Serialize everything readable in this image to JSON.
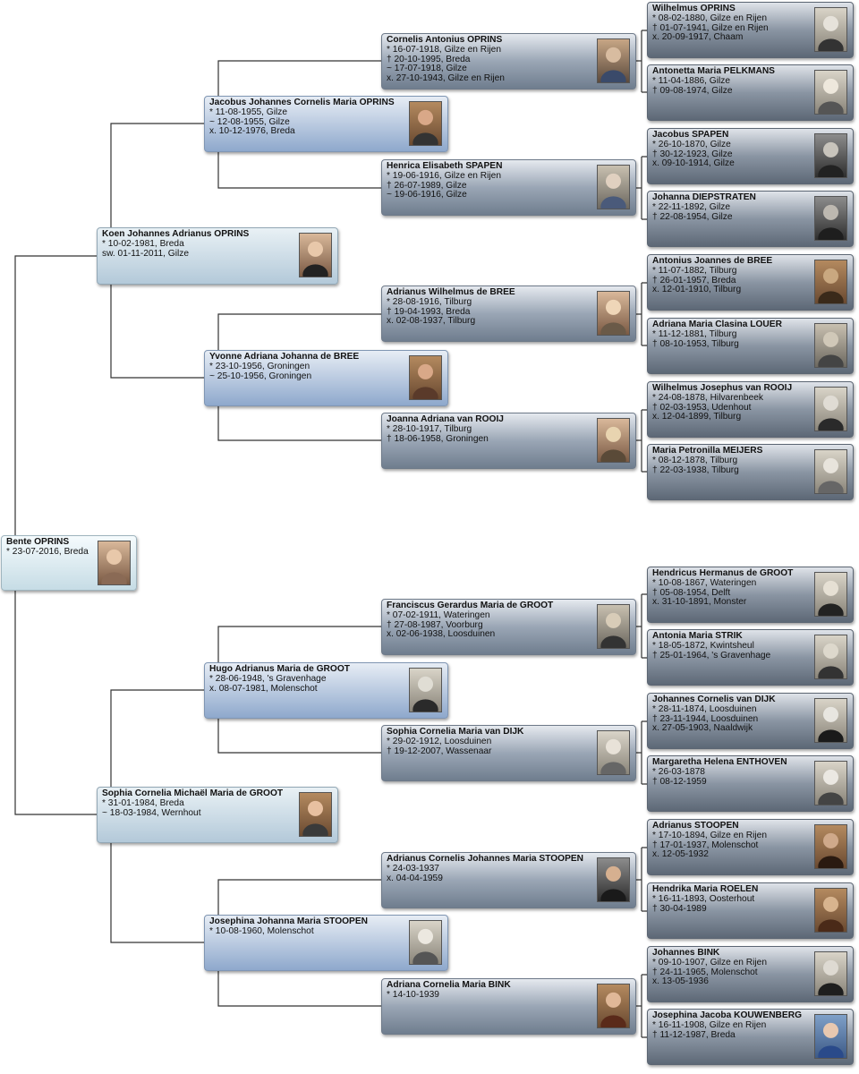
{
  "persons": {
    "p1": {
      "name": "Bente OPRINS",
      "lines": [
        "* 23-07-2016, Breda"
      ]
    },
    "p2": {
      "name": "Koen Johannes Adrianus OPRINS",
      "lines": [
        "* 10-02-1981, Breda",
        "sw. 01-11-2011, Gilze"
      ]
    },
    "p3": {
      "name": "Sophia Cornelia Michaël Maria de GROOT",
      "lines": [
        "* 31-01-1984, Breda",
        "~ 18-03-1984, Wernhout"
      ]
    },
    "p4": {
      "name": "Jacobus Johannes Cornelis Maria OPRINS",
      "lines": [
        "* 11-08-1955, Gilze",
        "~ 12-08-1955, Gilze",
        "x. 10-12-1976, Breda"
      ]
    },
    "p5": {
      "name": "Yvonne Adriana Johanna de BREE",
      "lines": [
        "* 23-10-1956, Groningen",
        "~ 25-10-1956, Groningen"
      ]
    },
    "p6": {
      "name": "Hugo Adrianus Maria de GROOT",
      "lines": [
        "* 28-06-1948, 's Gravenhage",
        "x. 08-07-1981, Molenschot"
      ]
    },
    "p7": {
      "name": "Josephina Johanna Maria STOOPEN",
      "lines": [
        "* 10-08-1960, Molenschot"
      ]
    },
    "p8": {
      "name": "Cornelis Antonius OPRINS",
      "lines": [
        "* 16-07-1918, Gilze en Rijen",
        "† 20-10-1995, Breda",
        "~ 17-07-1918, Gilze",
        "x. 27-10-1943, Gilze en Rijen"
      ]
    },
    "p9": {
      "name": "Henrica Elisabeth SPAPEN",
      "lines": [
        "* 19-06-1916, Gilze en Rijen",
        "† 26-07-1989, Gilze",
        "~ 19-06-1916, Gilze"
      ]
    },
    "p10": {
      "name": "Adrianus Wilhelmus de BREE",
      "lines": [
        "* 28-08-1916, Tilburg",
        "† 19-04-1993, Breda",
        "x. 02-08-1937, Tilburg"
      ]
    },
    "p11": {
      "name": "Joanna Adriana van ROOIJ",
      "lines": [
        "* 28-10-1917, Tilburg",
        "† 18-06-1958, Groningen"
      ]
    },
    "p12": {
      "name": "Franciscus Gerardus Maria de GROOT",
      "lines": [
        "* 07-02-1911, Wateringen",
        "† 27-08-1987, Voorburg",
        "x. 02-06-1938, Loosduinen"
      ]
    },
    "p13": {
      "name": "Sophia Cornelia Maria van DIJK",
      "lines": [
        "* 29-02-1912, Loosduinen",
        "† 19-12-2007, Wassenaar"
      ]
    },
    "p14": {
      "name": "Adrianus Cornelis Johannes Maria STOOPEN",
      "lines": [
        "* 24-03-1937",
        "x. 04-04-1959"
      ]
    },
    "p15": {
      "name": "Adriana Cornelia Maria BINK",
      "lines": [
        "* 14-10-1939"
      ]
    },
    "p16": {
      "name": "Wilhelmus OPRINS",
      "lines": [
        "* 08-02-1880, Gilze en Rijen",
        "† 01-07-1941, Gilze en Rijen",
        "x. 20-09-1917, Chaam"
      ]
    },
    "p17": {
      "name": "Antonetta Maria PELKMANS",
      "lines": [
        "* 11-04-1886, Gilze",
        "† 09-08-1974, Gilze"
      ]
    },
    "p18": {
      "name": "Jacobus SPAPEN",
      "lines": [
        "* 26-10-1870, Gilze",
        "† 30-12-1923, Gilze",
        "x. 09-10-1914, Gilze"
      ]
    },
    "p19": {
      "name": "Johanna DIEPSTRATEN",
      "lines": [
        "* 22-11-1892, Gilze",
        "† 22-08-1954, Gilze"
      ]
    },
    "p20": {
      "name": "Antonius Joannes de BREE",
      "lines": [
        "* 11-07-1882, Tilburg",
        "† 26-01-1957, Breda",
        "x. 12-01-1910, Tilburg"
      ]
    },
    "p21": {
      "name": "Adriana Maria Clasina LOUER",
      "lines": [
        "* 11-12-1881, Tilburg",
        "† 08-10-1953, Tilburg"
      ]
    },
    "p22": {
      "name": "Wilhelmus Josephus van ROOIJ",
      "lines": [
        "* 24-08-1878, Hilvarenbeek",
        "† 02-03-1953, Udenhout",
        "x. 12-04-1899, Tilburg"
      ]
    },
    "p23": {
      "name": "Maria Petronilla MEIJERS",
      "lines": [
        "* 08-12-1878, Tilburg",
        "† 22-03-1938, Tilburg"
      ]
    },
    "p24": {
      "name": "Hendricus Hermanus de GROOT",
      "lines": [
        "* 10-08-1867, Wateringen",
        "† 05-08-1954, Delft",
        "x. 31-10-1891, Monster"
      ]
    },
    "p25": {
      "name": "Antonia Maria STRIK",
      "lines": [
        "* 18-05-1872, Kwintsheul",
        "† 25-01-1964, 's Gravenhage"
      ]
    },
    "p26": {
      "name": "Johannes Cornelis van DIJK",
      "lines": [
        "* 28-11-1874, Loosduinen",
        "† 23-11-1944, Loosduinen",
        "x. 27-05-1903, Naaldwijk"
      ]
    },
    "p27": {
      "name": "Margaretha Helena ENTHOVEN",
      "lines": [
        "* 26-03-1878",
        "† 08-12-1959"
      ]
    },
    "p28": {
      "name": "Adrianus STOOPEN",
      "lines": [
        "* 17-10-1894, Gilze en Rijen",
        "† 17-01-1937, Molenschot",
        "x. 12-05-1932"
      ]
    },
    "p29": {
      "name": "Hendrika Maria ROELEN",
      "lines": [
        "* 16-11-1893, Oosterhout",
        "† 30-04-1989"
      ]
    },
    "p30": {
      "name": "Johannes BINK",
      "lines": [
        "* 09-10-1907, Gilze en Rijen",
        "† 24-11-1965, Molenschot",
        "x. 13-05-1936"
      ]
    },
    "p31": {
      "name": "Josephina Jacoba KOUWENBERG",
      "lines": [
        "* 16-11-1908, Gilze en Rijen",
        "† 11-12-1987, Breda"
      ]
    }
  }
}
